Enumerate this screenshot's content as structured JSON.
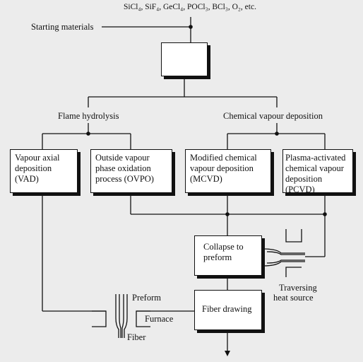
{
  "header": {
    "chemicals": "SiCl₄, SiF₄, GeCl₄, POCl₃, BCl₃, O₂, etc."
  },
  "labels": {
    "starting_materials": "Starting materials",
    "flame_hydrolysis": "Flame hydrolysis",
    "chemical_vapour_deposition": "Chemical vapour deposition",
    "preform": "Preform",
    "furnace": "Furnace",
    "fiber": "Fiber",
    "traversing_line1": "Traversing",
    "traversing_line2": "heat source"
  },
  "boxes": {
    "vad": [
      "Vapour axial",
      "deposition",
      "(VAD)"
    ],
    "ovpo": [
      "Outside vapour",
      "phase oxidation",
      "process (OVPO)"
    ],
    "mcvd": [
      "Modified chemical",
      "vapour deposition",
      "(MCVD)"
    ],
    "pcvd": [
      "Plasma-activated",
      "chemical vapour",
      "deposition (PCVD)"
    ],
    "collapse": [
      "Collapse to",
      "preform"
    ],
    "fiber_drawing": "Fiber drawing"
  }
}
